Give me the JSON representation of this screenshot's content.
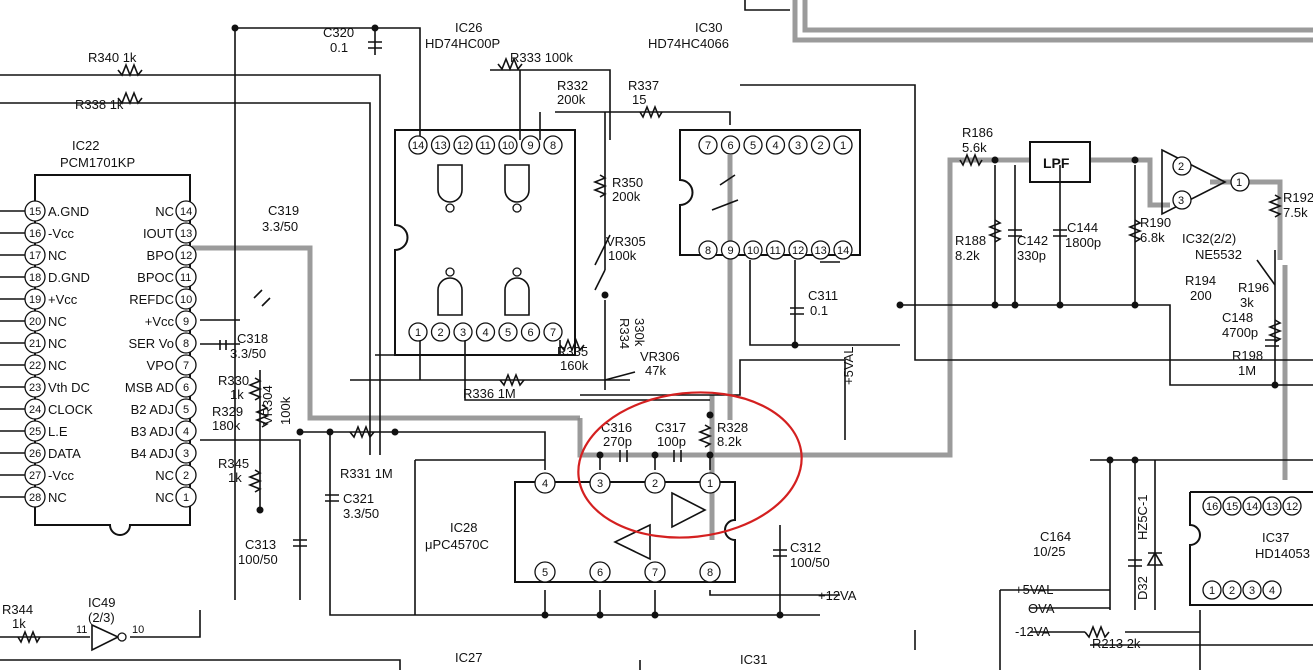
{
  "ic26": {
    "ref": "IC26",
    "part": "HD74HC00P",
    "pins_top": [
      "14",
      "13",
      "12",
      "11",
      "10",
      "9",
      "8"
    ],
    "pins_bottom": [
      "1",
      "2",
      "3",
      "4",
      "5",
      "6",
      "7"
    ]
  },
  "ic30": {
    "ref": "IC30",
    "part": "HD74HC4066",
    "pins_top": [
      "7",
      "6",
      "5",
      "4",
      "3",
      "2",
      "1"
    ],
    "pins_bottom": [
      "8",
      "9",
      "10",
      "11",
      "12",
      "13",
      "14"
    ]
  },
  "ic22": {
    "ref": "IC22",
    "part": "PCM1701KP",
    "left_pins": [
      {
        "num": "15",
        "label": "A.GND"
      },
      {
        "num": "16",
        "label": "-Vcc"
      },
      {
        "num": "17",
        "label": "NC"
      },
      {
        "num": "18",
        "label": "D.GND"
      },
      {
        "num": "19",
        "label": "+Vcc"
      },
      {
        "num": "20",
        "label": "NC"
      },
      {
        "num": "21",
        "label": "NC"
      },
      {
        "num": "22",
        "label": "NC"
      },
      {
        "num": "23",
        "label": "Vth DC"
      },
      {
        "num": "24",
        "label": "CLOCK"
      },
      {
        "num": "25",
        "label": "L.E"
      },
      {
        "num": "26",
        "label": "DATA"
      },
      {
        "num": "27",
        "label": "-Vcc"
      },
      {
        "num": "28",
        "label": "NC"
      }
    ],
    "right_pins": [
      {
        "num": "14",
        "label": "NC"
      },
      {
        "num": "13",
        "label": "IOUT"
      },
      {
        "num": "12",
        "label": "BPO"
      },
      {
        "num": "11",
        "label": "BPOC"
      },
      {
        "num": "10",
        "label": "REFDC"
      },
      {
        "num": "9",
        "label": "+Vcc"
      },
      {
        "num": "8",
        "label": "SER Vo"
      },
      {
        "num": "7",
        "label": "VPO"
      },
      {
        "num": "6",
        "label": "MSB AD"
      },
      {
        "num": "5",
        "label": "B2 ADJ"
      },
      {
        "num": "4",
        "label": "B3 ADJ"
      },
      {
        "num": "3",
        "label": "B4 ADJ"
      },
      {
        "num": "2",
        "label": "NC"
      },
      {
        "num": "1",
        "label": "NC"
      }
    ]
  },
  "ic28": {
    "ref": "IC28",
    "part": "μPC4570C",
    "pins_top": [
      "4",
      "3",
      "2",
      "1"
    ],
    "pins_bottom": [
      "5",
      "6",
      "7",
      "8"
    ]
  },
  "ic32": {
    "ref": "IC32(2/2)",
    "part": "NE5532",
    "pins": [
      "2",
      "3",
      "1"
    ]
  },
  "ic37": {
    "ref": "IC37",
    "part": "HD14053",
    "pins_top": [
      "16",
      "15",
      "14",
      "13",
      "12"
    ],
    "pins_bottom": [
      "1",
      "2",
      "3",
      "4"
    ]
  },
  "ic49": {
    "ref": "IC49",
    "sub": "(2/3)",
    "pin_in": "11",
    "pin_out": "10"
  },
  "ic27": {
    "ref": "IC27"
  },
  "ic31": {
    "ref": "IC31"
  },
  "lpf": {
    "label": "LPF"
  },
  "components": {
    "r340": {
      "ref": "R340",
      "val": "1k"
    },
    "r338": {
      "ref": "R338",
      "val": "1k"
    },
    "r333": {
      "ref": "R333",
      "val": "100k"
    },
    "r332": {
      "ref": "R332",
      "val": "200k"
    },
    "r337": {
      "ref": "R337",
      "val": "15"
    },
    "r350": {
      "ref": "R350",
      "val": "200k"
    },
    "vr305": {
      "ref": "VR305",
      "val": "100k"
    },
    "r334": {
      "ref": "R334",
      "val": "330k"
    },
    "r335": {
      "ref": "R335",
      "val": "160k"
    },
    "vr306": {
      "ref": "VR306",
      "val": "47k"
    },
    "r336": {
      "ref": "R336",
      "val": "1M"
    },
    "r330": {
      "ref": "R330",
      "val": "1k"
    },
    "r329": {
      "ref": "R329",
      "val": "180k"
    },
    "vr304": {
      "ref": "VR304",
      "val": "100k"
    },
    "r345": {
      "ref": "R345",
      "val": "1k"
    },
    "r331": {
      "ref": "R331",
      "val": "1M"
    },
    "r328": {
      "ref": "R328",
      "val": "8.2k"
    },
    "r186": {
      "ref": "R186",
      "val": "5.6k"
    },
    "r188": {
      "ref": "R188",
      "val": "8.2k"
    },
    "r190": {
      "ref": "R190",
      "val": "6.8k"
    },
    "r192": {
      "ref": "R192",
      "val": "7.5k"
    },
    "r194": {
      "ref": "R194",
      "val": "200"
    },
    "r196": {
      "ref": "R196",
      "val": "3k"
    },
    "r198": {
      "ref": "R198",
      "val": "1M"
    },
    "r344": {
      "ref": "R344",
      "val": "1k"
    },
    "r213": {
      "ref": "R213",
      "val": "2k"
    },
    "c320": {
      "ref": "C320",
      "val": "0.1"
    },
    "c319": {
      "ref": "C319",
      "val": "3.3/50"
    },
    "c318": {
      "ref": "C318",
      "val": "3.3/50"
    },
    "c321": {
      "ref": "C321",
      "val": "3.3/50"
    },
    "c313": {
      "ref": "C313",
      "val": "100/50"
    },
    "c316": {
      "ref": "C316",
      "val": "270p"
    },
    "c317": {
      "ref": "C317",
      "val": "100p"
    },
    "c311": {
      "ref": "C311",
      "val": "0.1"
    },
    "c312": {
      "ref": "C312",
      "val": "100/50"
    },
    "c142": {
      "ref": "C142",
      "val": "330p"
    },
    "c144": {
      "ref": "C144",
      "val": "1800p"
    },
    "c148": {
      "ref": "C148",
      "val": "4700p"
    },
    "c164": {
      "ref": "C164",
      "val": "10/25"
    },
    "d32": {
      "ref": "D32",
      "val": "HZ5C-1"
    }
  },
  "rails": {
    "plus5val": "+5VAL",
    "ova": "OVA",
    "minus12va": "-12VA",
    "plus12va": "+12VA",
    "plus5val_vertical": "+5VAL"
  },
  "highlight": {
    "color": "#d42020"
  },
  "colors": {
    "ink": "#111111",
    "trace": "#8a8a8a"
  }
}
